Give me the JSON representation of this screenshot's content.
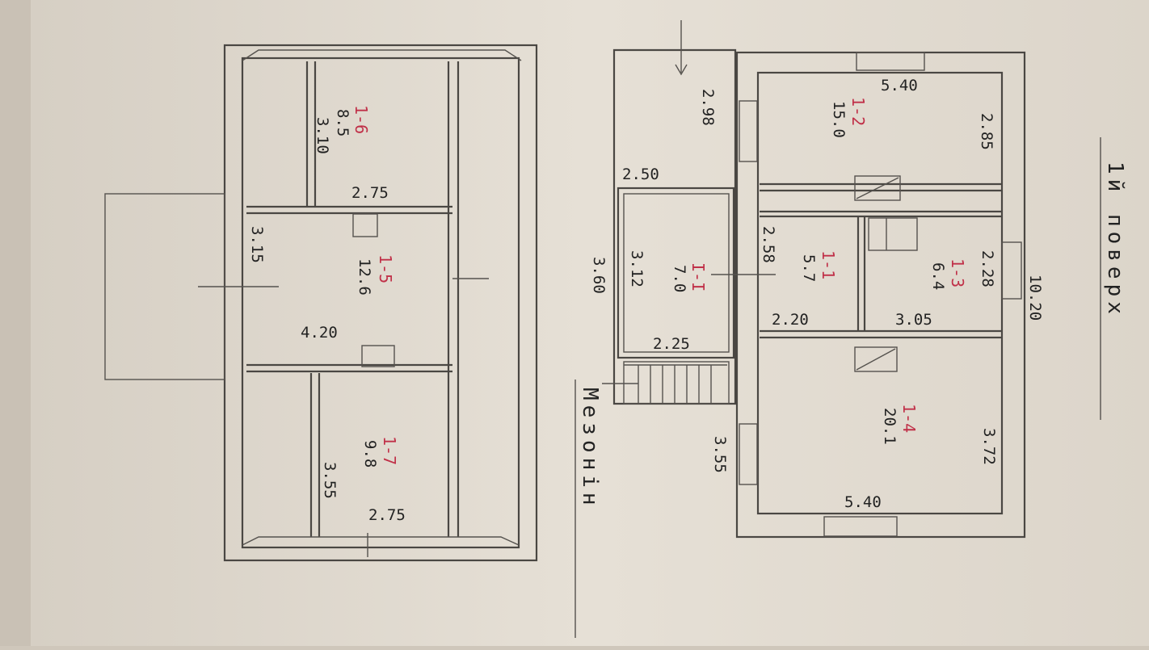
{
  "colors": {
    "paper": "#e4ded3",
    "ink": "#4a4743",
    "red": "#c03048"
  },
  "left_plan": {
    "rooms": [
      {
        "id": "1-6",
        "area": "8.5",
        "width": "2.75",
        "length": "3.10"
      },
      {
        "id": "1-5",
        "area": "12.6",
        "width": "4.20",
        "length": "3.15"
      },
      {
        "id": "1-7",
        "area": "9.8",
        "width": "2.75",
        "length": "3.55"
      }
    ]
  },
  "right_plan": {
    "rooms": [
      {
        "id": "1-2",
        "area": "15.0",
        "width": "5.40",
        "length": "2.85"
      },
      {
        "id": "1-1",
        "area": "5.7",
        "width": "2.20",
        "length": "2.58"
      },
      {
        "id": "1-3",
        "area": "6.4",
        "width": "3.05",
        "length": "2.28"
      },
      {
        "id": "1-4",
        "area": "20.1",
        "width": "5.40",
        "length": "3.72"
      },
      {
        "id": "I-I",
        "area": "7.0",
        "width": "2.25",
        "length": "3.12"
      }
    ],
    "dims": {
      "top_left": "2.98",
      "corridor": "2.50",
      "mezz_outer": "3.60",
      "bottom_left": "3.55",
      "overall": "10.20"
    }
  },
  "labels": {
    "floor": "1й поверх",
    "mezzanine": "Мезонін"
  }
}
